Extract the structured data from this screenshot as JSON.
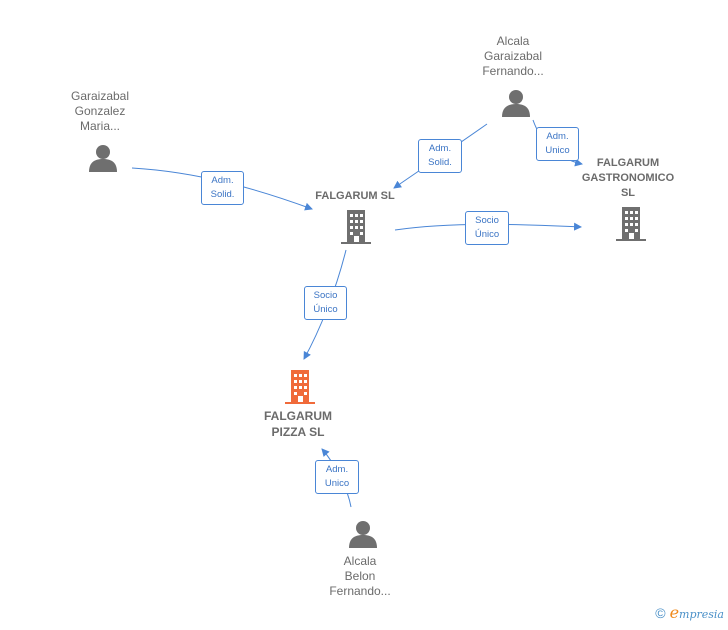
{
  "nodes": {
    "garaizabal": {
      "label": "Garaizabal\nGonzalez\nMaria..."
    },
    "alcala_garaizabal": {
      "label": "Alcala\nGaraizabal\nFernando..."
    },
    "falgarum_sl": {
      "label": "FALGARUM SL"
    },
    "falgarum_gastronomico": {
      "label": "FALGARUM\nGASTRONOMICO\nSL"
    },
    "falgarum_pizza": {
      "label": "FALGARUM\nPIZZA  SL"
    },
    "alcala_belon": {
      "label": "Alcala\nBelon\nFernando..."
    }
  },
  "edges": {
    "garaizabal_to_falgarum": "Adm.\nSolid.",
    "alcala_to_falgarum": "Adm.\nSolid.",
    "alcala_to_gastronomico": "Adm.\nUnico",
    "falgarum_to_gastronomico": "Socio\nÚnico",
    "falgarum_to_pizza": "Socio\nÚnico",
    "belon_to_pizza": "Adm.\nUnico"
  },
  "footer": {
    "copyright": "©",
    "brand_initial": "e",
    "brand_rest": "mpresia"
  },
  "colors": {
    "edge": "#4a86d6",
    "person": "#6f6f6f",
    "company": "#6f6f6f",
    "highlight": "#f06a3a"
  }
}
